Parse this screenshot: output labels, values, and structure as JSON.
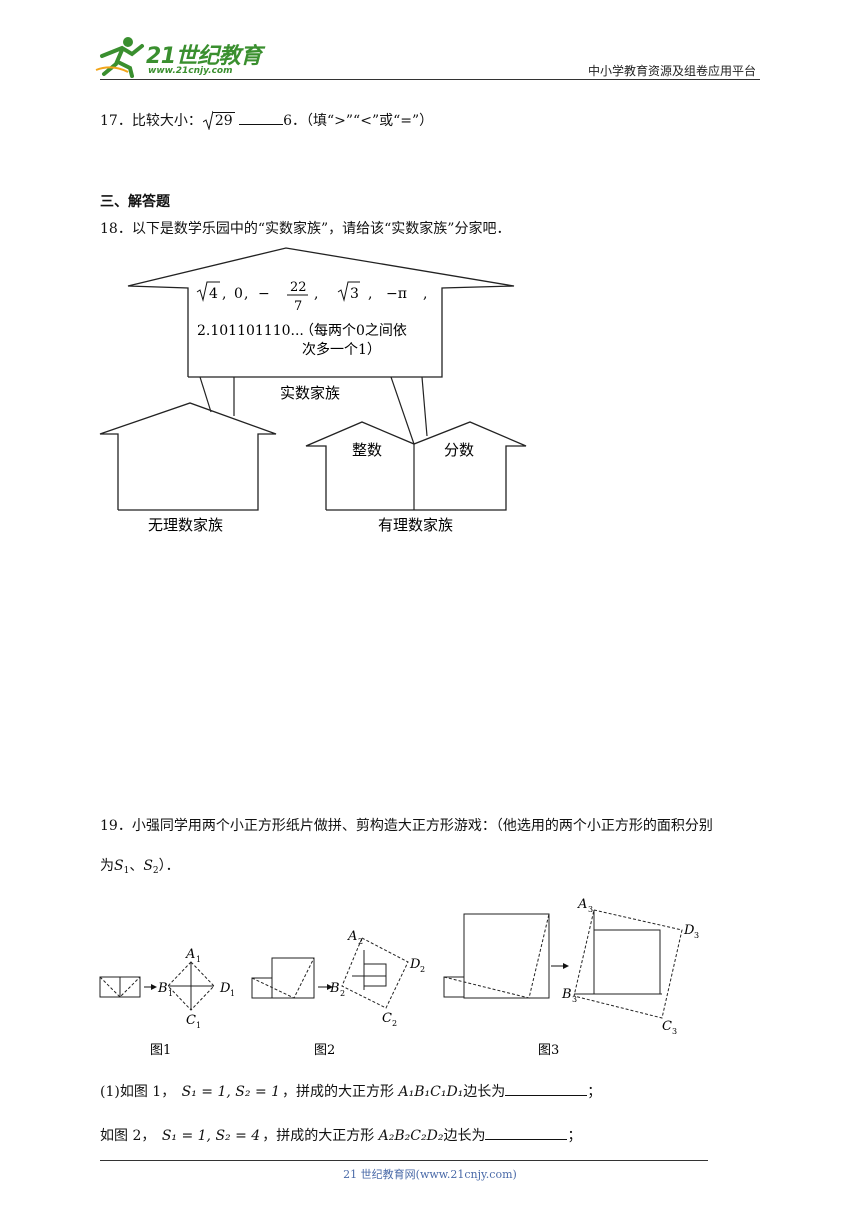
{
  "header": {
    "logo_text": "21世纪教育",
    "logo_url": "www.21cnjy.com",
    "platform": "中小学教育资源及组卷应用平台"
  },
  "q17": {
    "num": "17．",
    "text_a": "比较大小：",
    "radicand": "29",
    "text_b": "6．（填“>”“<”或“=”）"
  },
  "section3": {
    "title": "三、解答题"
  },
  "q18": {
    "num": "18．",
    "text": "以下是数学乐园中的“实数家族”，请给该“实数家族”分家吧．",
    "diagram": {
      "numbers_line1": {
        "sqrt4": "4",
        "zero": "0",
        "frac_num": "22",
        "frac_den": "7",
        "sqrt3": "3",
        "negpi": "−π"
      },
      "numbers_line2": "2.101101110...",
      "note_line1": "（每两个0之间依",
      "note_line2": "次多一个1）",
      "family_label": "实数家族",
      "irrational_label": "无理数家族",
      "rational_label": "有理数家族",
      "integer_label": "整数",
      "fraction_label": "分数"
    }
  },
  "q19": {
    "num": "19．",
    "text_line1": "小强同学用两个小正方形纸片做拼、剪构造大正方形游戏：（他选用的两个小正方形的面积分别",
    "text_line2_pre": "为",
    "s1": "S",
    "s1_sub": "1",
    "sep": "、",
    "s2": "S",
    "s2_sub": "2",
    "text_line2_post": "）．",
    "fig_labels": [
      "图1",
      "图2",
      "图3"
    ],
    "fig1_points": {
      "A": "A",
      "A_sub": "1",
      "B": "B",
      "B_sub": "1",
      "C": "C",
      "C_sub": "1",
      "D": "D",
      "D_sub": "1"
    },
    "fig2_points": {
      "A": "A",
      "A_sub": "2",
      "B": "B",
      "B_sub": "2",
      "C": "C",
      "C_sub": "2",
      "D": "D",
      "D_sub": "2"
    },
    "fig3_points": {
      "A": "A",
      "A_sub": "3",
      "B": "B",
      "B_sub": "3",
      "C": "C",
      "C_sub": "3",
      "D": "D",
      "D_sub": "3"
    },
    "part1_label": "(1)如图 1，",
    "part1_cond": "S₁ = 1, S₂ = 1",
    "part1_text": "，拼成的大正方形",
    "part1_square": "A₁B₁C₁D₁",
    "part1_end": "边长为",
    "part1_semi": "；",
    "part2_label": "如图 2，",
    "part2_cond": "S₁ = 1, S₂ = 4",
    "part2_text": "，拼成的大正方形",
    "part2_square": "A₂B₂C₂D₂",
    "part2_end": "边长为",
    "part2_semi": "；"
  },
  "footer": {
    "text": "21 世纪教育网(www.21cnjy.com)"
  }
}
